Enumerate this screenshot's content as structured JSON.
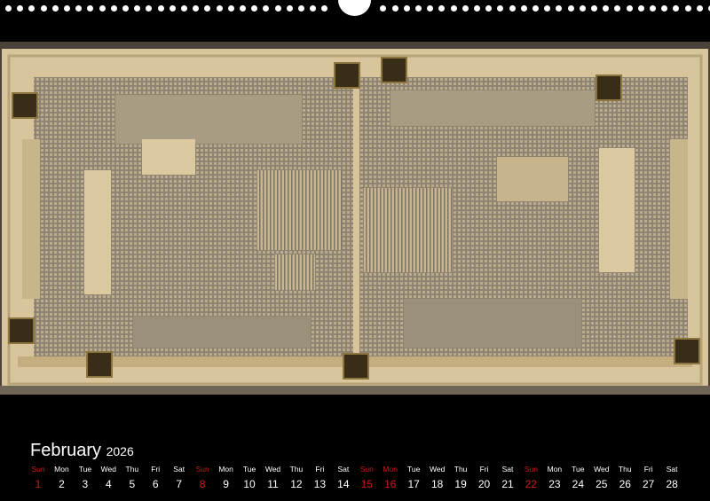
{
  "calendar": {
    "month": "February",
    "year": "2026",
    "days": [
      {
        "dow": "Sun",
        "day": "1",
        "holiday": true
      },
      {
        "dow": "Mon",
        "day": "2"
      },
      {
        "dow": "Tue",
        "day": "3"
      },
      {
        "dow": "Wed",
        "day": "4"
      },
      {
        "dow": "Thu",
        "day": "5"
      },
      {
        "dow": "Fri",
        "day": "6"
      },
      {
        "dow": "Sat",
        "day": "7"
      },
      {
        "dow": "Sun",
        "day": "8",
        "holiday": true
      },
      {
        "dow": "Mon",
        "day": "9"
      },
      {
        "dow": "Tue",
        "day": "10"
      },
      {
        "dow": "Wed",
        "day": "11"
      },
      {
        "dow": "Thu",
        "day": "12"
      },
      {
        "dow": "Fri",
        "day": "13"
      },
      {
        "dow": "Sat",
        "day": "14"
      },
      {
        "dow": "Sun",
        "day": "15",
        "holiday": true
      },
      {
        "dow": "Mon",
        "day": "16",
        "holiday": true
      },
      {
        "dow": "Tue",
        "day": "17"
      },
      {
        "dow": "Wed",
        "day": "18"
      },
      {
        "dow": "Thu",
        "day": "19"
      },
      {
        "dow": "Fri",
        "day": "20"
      },
      {
        "dow": "Sat",
        "day": "21"
      },
      {
        "dow": "Sun",
        "day": "22",
        "holiday": true
      },
      {
        "dow": "Mon",
        "day": "23"
      },
      {
        "dow": "Tue",
        "day": "24"
      },
      {
        "dow": "Wed",
        "day": "25"
      },
      {
        "dow": "Thu",
        "day": "26"
      },
      {
        "dow": "Fri",
        "day": "27"
      },
      {
        "dow": "Sat",
        "day": "28"
      }
    ]
  },
  "colors": {
    "holiday": "#d11a1a",
    "text": "#ffffff",
    "background": "#000000",
    "die": "#d6c298"
  }
}
